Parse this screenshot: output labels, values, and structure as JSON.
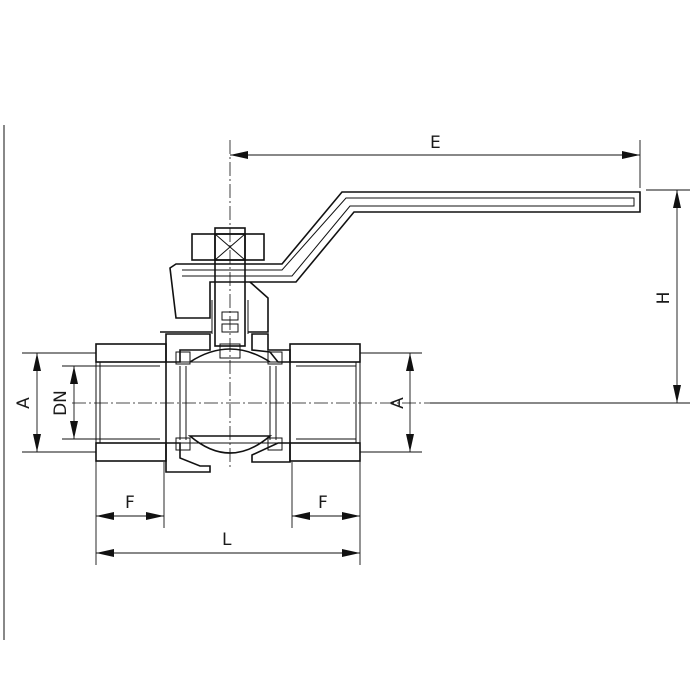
{
  "labels": {
    "E": "E",
    "H": "H",
    "A_left": "A",
    "DN": "DN",
    "A_right": "A",
    "F_left": "F",
    "F_right": "F",
    "L": "L"
  }
}
